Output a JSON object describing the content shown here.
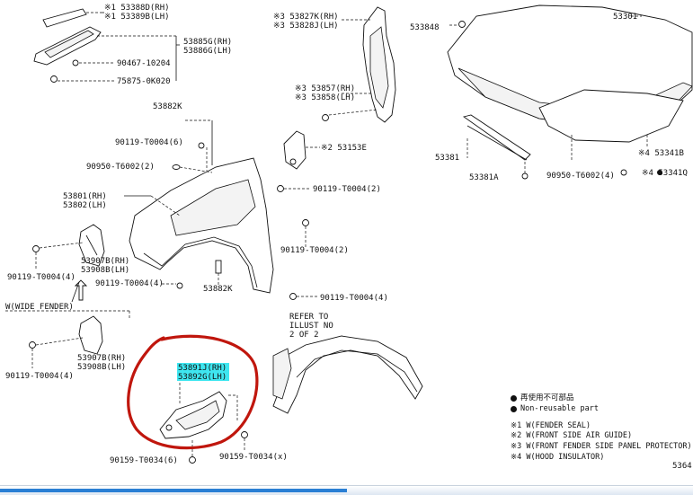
{
  "labels": {
    "p53388D": "※1 53388D(RH)",
    "p53389B": "※1 53389B(LH)",
    "p53885G": "53885G(RH)",
    "p53886G": "53886G(LH)",
    "p90467": "90467-10204",
    "p75875": "75875-0K020",
    "p53827K": "※3 53827K(RH)",
    "p53828J": "※3 53828J(LH)",
    "p53857": "※3 53857(RH)",
    "p53858": "※3 53858(LH)",
    "p533848": "533848",
    "p53301": "53301",
    "p53882K_a": "53882K",
    "p90119_6": "90119-T0004(6)",
    "p90950_2": "90950-T6002(2)",
    "p53153E": "※2 53153E",
    "p53801": "53801(RH)",
    "p53802": "53802(LH)",
    "p90119_2a": "90119-T0004(2)",
    "p53381": "53381",
    "p53381A": "53381A",
    "p90950_4": "90950-T6002(4)",
    "p53341B": "※4 53341B",
    "p53341Q": "※4 53341Q",
    "p90119_2b": "90119-T0004(2)",
    "p53907B": "53907B(RH)",
    "p53908B": "53908B(LH)",
    "p90119_4a": "90119-T0004(4)",
    "p90119_4b": "90119-T0004(4)",
    "p53882K_b": "53882K",
    "p90119_4c": "90119-T0004(4)",
    "wide_fender": "W(WIDE FENDER)",
    "p53907B_w": "53907B(RH)",
    "p53908B_w": "53908B(LH)",
    "p90119_4d": "90119-T0004(4)",
    "refer1": "REFER TO",
    "refer2": "ILLUST NO",
    "refer3": "2 OF 2",
    "p53891J": "53891J(RH)",
    "p53892G": "53892G(LH)",
    "p90159_6": "90159-T0034(6)",
    "p90159_x": "90159-T0034(x)"
  },
  "legend": {
    "reuse_jp": "再使用不可部品",
    "non_reusable": "Non-reusable part",
    "note1": "※1 W(FENDER SEAL)",
    "note2": "※2 W(FRONT SIDE AIR GUIDE)",
    "note3": "※3 W(FRONT FENDER SIDE PANEL PROTECTOR)",
    "note4": "※4 W(HOOD INSULATOR)"
  },
  "page_ref": "5364",
  "progress": 0.5,
  "colors": {
    "highlight": "#3fe6f0",
    "circle_annotation": "#c0160d",
    "progress": "#2a7fd4"
  }
}
